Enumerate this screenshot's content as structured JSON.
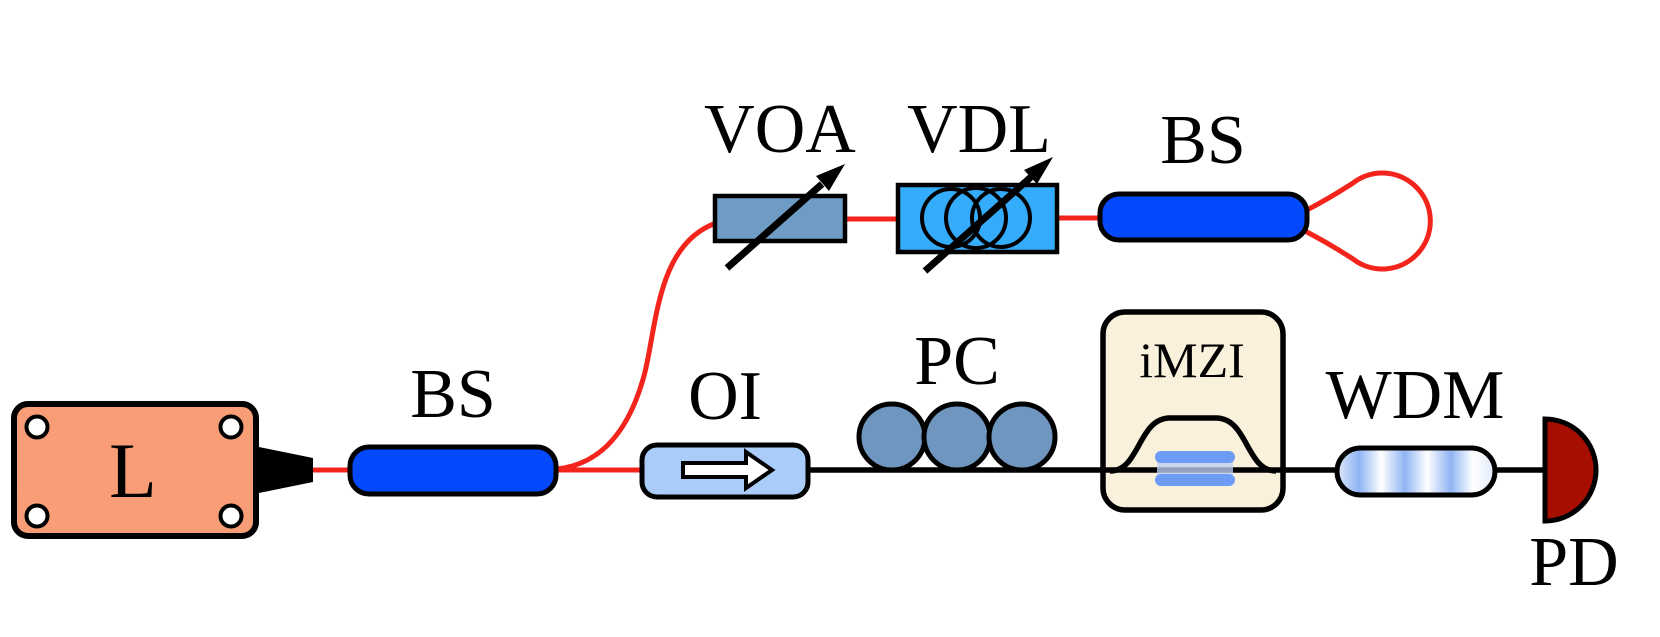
{
  "diagram": {
    "labels": {
      "laser": "L",
      "splitter_input": "BS",
      "voa": "VOA",
      "vdl": "VDL",
      "splitter_loop": "BS",
      "isolator": "OI",
      "pol_controller": "PC",
      "imzi": "iMZI",
      "wdm": "WDM",
      "photodiode": "PD"
    },
    "colors": {
      "background": "#FFFFFF",
      "outline": "#000000",
      "fiber_red": "#F3241C",
      "fiber_black": "#000000",
      "laser_fill": "#F89D75",
      "bs_fill": "#0449FB",
      "voa_fill": "#6F9CC4",
      "vdl_fill": "#35ABFB",
      "oi_fill": "#A9CDF8",
      "pc_fill": "#6E96BE",
      "imzi_fill": "#FAF1DC",
      "imzi_stripe_light": "#BCCFF3",
      "imzi_stripe_dark": "#6D9BF6",
      "wdm_band": "#8FB4F3",
      "wdm_edge": "#DFE9FB",
      "white": "#FFFFFF",
      "pd_fill": "#A60E02"
    }
  }
}
